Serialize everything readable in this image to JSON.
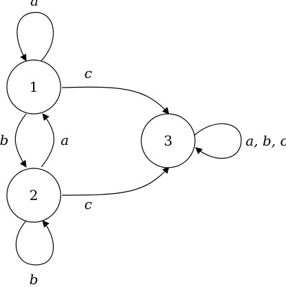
{
  "states": [
    {
      "id": "1",
      "label": "1"
    },
    {
      "id": "2",
      "label": "2"
    },
    {
      "id": "3",
      "label": "3"
    }
  ],
  "transitions": [
    {
      "from": "1",
      "to": "1",
      "label": "a"
    },
    {
      "from": "1",
      "to": "3",
      "label": "c"
    },
    {
      "from": "1",
      "to": "2",
      "label": "b"
    },
    {
      "from": "2",
      "to": "1",
      "label": "a"
    },
    {
      "from": "2",
      "to": "3",
      "label": "c"
    },
    {
      "from": "2",
      "to": "2",
      "label": "b"
    },
    {
      "from": "3",
      "to": "3",
      "label": "a, b, c"
    }
  ],
  "colors": {
    "stroke": "#000000",
    "background": "#ffffff"
  }
}
